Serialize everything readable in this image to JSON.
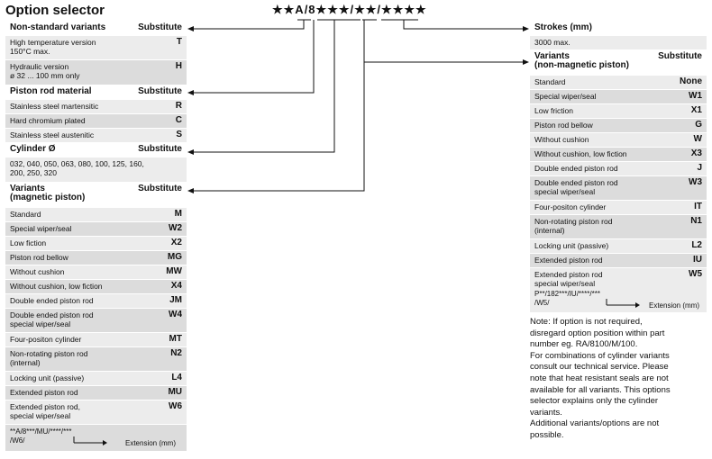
{
  "title": "Option selector",
  "code": "★★A/8★★★/★★/★★★★",
  "left": {
    "nonstd": {
      "header": "Non-standard variants",
      "sub": "Substitute",
      "rows": [
        {
          "label": "High temperature version\n150°C max.",
          "value": "T"
        },
        {
          "label": "Hydraulic version\nø 32 ... 100 mm only",
          "value": "H"
        }
      ]
    },
    "rodmat": {
      "header": "Piston rod material",
      "sub": "Substitute",
      "rows": [
        {
          "label": "Stainless steel martensitic",
          "value": "R"
        },
        {
          "label": "Hard chromium plated",
          "value": "C"
        },
        {
          "label": "Stainless steel austenitic",
          "value": "S"
        }
      ]
    },
    "cyl": {
      "header": "Cylinder Ø",
      "sub": "Substitute",
      "rows": [
        {
          "label": "032, 040, 050, 063, 080, 100, 125, 160,\n200, 250, 320",
          "value": ""
        }
      ]
    },
    "mag": {
      "header": "Variants\n(magnetic piston)",
      "sub": "Substitute",
      "rows": [
        {
          "label": "Standard",
          "value": "M"
        },
        {
          "label": "Special wiper/seal",
          "value": "W2"
        },
        {
          "label": "Low fiction",
          "value": "X2"
        },
        {
          "label": "Piston rod bellow",
          "value": "MG"
        },
        {
          "label": "Without cushion",
          "value": "MW"
        },
        {
          "label": "Without cushion, low fiction",
          "value": "X4"
        },
        {
          "label": "Double ended piston rod",
          "value": "JM"
        },
        {
          "label": "Double ended piston rod\nspecial wiper/seal",
          "value": "W4"
        },
        {
          "label": "Four-positon cylinder",
          "value": "MT"
        },
        {
          "label": "Non-rotating piston rod\n(internal)",
          "value": "N2"
        },
        {
          "label": "Locking unit (passive)",
          "value": "L4"
        },
        {
          "label": "Extended piston rod",
          "value": "MU"
        },
        {
          "label": "Extended piston rod,\nspecial wiper/seal",
          "value": "W6"
        }
      ],
      "ext_code": "**A/8***/MU/****/***\n/W6/",
      "ext_label": "Extension (mm)"
    }
  },
  "right": {
    "strokes": {
      "header": "Strokes (mm)",
      "rows": [
        {
          "label": "3000 max.",
          "value": ""
        }
      ]
    },
    "nonmag": {
      "header": "Variants\n(non-magnetic piston)",
      "sub": "Substitute",
      "rows": [
        {
          "label": "Standard",
          "value": "None"
        },
        {
          "label": "Special wiper/seal",
          "value": "W1"
        },
        {
          "label": "Low friction",
          "value": "X1"
        },
        {
          "label": "Piston rod bellow",
          "value": "G"
        },
        {
          "label": "Without cushion",
          "value": "W"
        },
        {
          "label": "Without cushion, low fiction",
          "value": "X3"
        },
        {
          "label": "Double ended piston rod",
          "value": "J"
        },
        {
          "label": "Double ended piston rod\nspecial wiper/seal",
          "value": "W3"
        },
        {
          "label": "Four-positon cylinder",
          "value": "IT"
        },
        {
          "label": "Non-rotating piston rod\n(internal)",
          "value": "N1"
        },
        {
          "label": "Locking unit (passive)",
          "value": "L2"
        },
        {
          "label": "Extended piston rod",
          "value": "IU"
        },
        {
          "label": "Extended piston rod\nspecial wiper/seal",
          "value": "W5"
        }
      ],
      "ext_code": "P**/182***/IU/****/***\n/W5/",
      "ext_label": "Extension (mm)"
    }
  },
  "note": "Note: If option is not required,\ndisregard option position within part\nnumber eg. RA/8100/M/100.\nFor combinations of cylinder variants\nconsult our technical service. Please\nnote that heat resistant seals are not\navailable for all variants. This options\nselector explains only the cylinder\nvariants.\nAdditional variants/options are not\npossible."
}
